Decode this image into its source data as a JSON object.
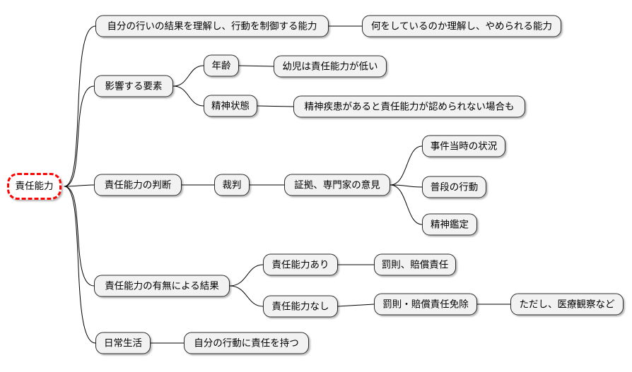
{
  "diagram_type": "mindmap",
  "colors": {
    "background": "#ffffff",
    "node_fill": "#f2f2f2",
    "node_border": "#2b2b2b",
    "root_fill": "#ffffff",
    "root_border": "#ff0000",
    "connector": "#000000"
  },
  "mindmap": {
    "root": {
      "label": "責任能力"
    },
    "branches": [
      {
        "label": "自分の行いの結果を理解し、行動を制御する能力",
        "children": [
          {
            "label": "何をしているのか理解し、やめられる能力"
          }
        ]
      },
      {
        "label": "影響する要素",
        "children": [
          {
            "label": "年齢",
            "children": [
              {
                "label": "幼児は責任能力が低い"
              }
            ]
          },
          {
            "label": "精神状態",
            "children": [
              {
                "label": "精神疾患があると責任能力が認められない場合も"
              }
            ]
          }
        ]
      },
      {
        "label": "責任能力の判断",
        "children": [
          {
            "label": "裁判",
            "children": [
              {
                "label": "証拠、専門家の意見",
                "children": [
                  {
                    "label": "事件当時の状況"
                  },
                  {
                    "label": "普段の行動"
                  },
                  {
                    "label": "精神鑑定"
                  }
                ]
              }
            ]
          }
        ]
      },
      {
        "label": "責任能力の有無による結果",
        "children": [
          {
            "label": "責任能力あり",
            "children": [
              {
                "label": "罰則、賠償責任"
              }
            ]
          },
          {
            "label": "責任能力なし",
            "children": [
              {
                "label": "罰則・賠償責任免除",
                "children": [
                  {
                    "label": "ただし、医療観察など"
                  }
                ]
              }
            ]
          }
        ]
      },
      {
        "label": "日常生活",
        "children": [
          {
            "label": "自分の行動に責任を持つ"
          }
        ]
      }
    ]
  }
}
